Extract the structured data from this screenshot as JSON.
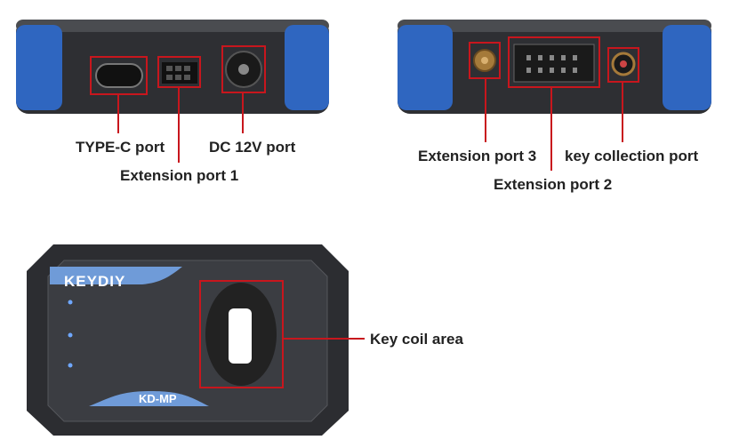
{
  "callouts": {
    "type_c": "TYPE-C port",
    "extension_1": "Extension port 1",
    "dc_12v": "DC 12V port",
    "extension_3": "Extension port 3",
    "key_collection": "key collection port",
    "extension_2": "Extension port 2",
    "key_coil": "Key coil area"
  },
  "device": {
    "brand": "KEYDIY",
    "model": "KD-MP"
  },
  "colors": {
    "callout": "#c8161d",
    "accent_blue": "#2f66c0",
    "body": "#3a3c40"
  }
}
